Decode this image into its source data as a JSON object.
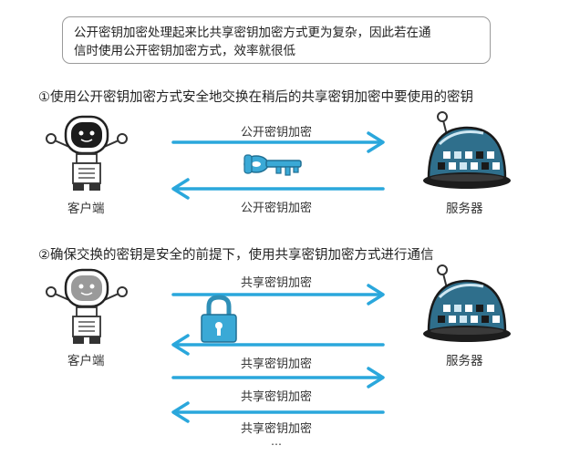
{
  "note": {
    "line1": "公开密钥加密处理起来比共享密钥加密方式更为复杂，因此若在通",
    "line2": "信时使用公开密钥加密方式，效率就很低"
  },
  "step1": {
    "title": "①使用公开密钥加密方式安全地交换在稍后的共享密钥加密中要使用的密钥",
    "arrow_top_label": "公开密钥加密",
    "arrow_bottom_label": "公开密钥加密",
    "client_label": "客户端",
    "server_label": "服务器"
  },
  "step2": {
    "title": "②确保交换的密钥是安全的前提下，使用共享密钥加密方式进行通信",
    "arrow_labels": [
      "共享密钥加密",
      "共享密钥加密",
      "共享密钥加密",
      "共享密钥加密"
    ],
    "ellipsis": "…",
    "client_label": "客户端",
    "server_label": "服务器"
  },
  "colors": {
    "arrow": "#2aa7dc",
    "key": "#3aa9d6",
    "lock": "#2f8fb7",
    "robot_dark": "#1c1c1c"
  },
  "icons": [
    "robot-client-icon",
    "robot-server-icon",
    "key-icon",
    "padlock-icon"
  ]
}
